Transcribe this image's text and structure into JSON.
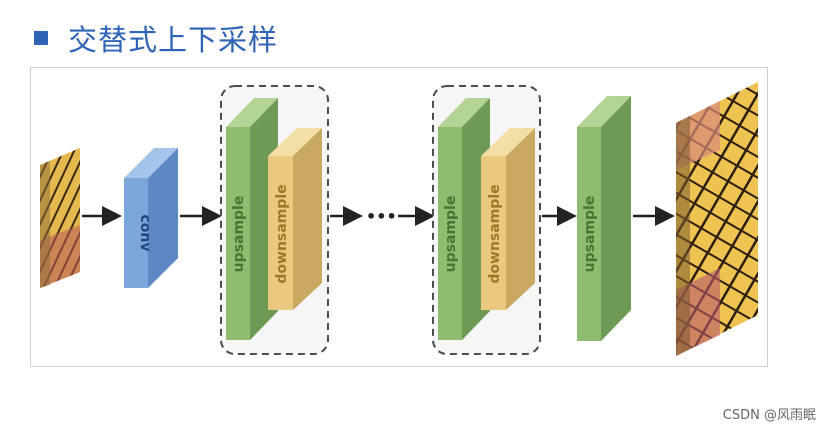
{
  "title": "交替式上下采样",
  "blocks": {
    "conv": "conv",
    "upsample": "upsample",
    "downsample": "downsample"
  },
  "ellipsis": "•••",
  "watermark": "CSDN @风雨眠",
  "colors": {
    "title": "#2f63b5",
    "conv_front": "#7aa6dc",
    "conv_side": "#5c88c4",
    "conv_top": "#a6c4ea",
    "up_front": "#8fbc6f",
    "up_side": "#6f9a55",
    "up_top": "#b3d495",
    "down_front": "#e8c97f",
    "down_side": "#c9a862",
    "down_top": "#f3dfa6",
    "arrow": "#222222",
    "dashed_group": "#4d4d4d"
  },
  "icons": {
    "input_image": "butterfly-low-res-image",
    "output_image": "butterfly-high-res-image"
  }
}
